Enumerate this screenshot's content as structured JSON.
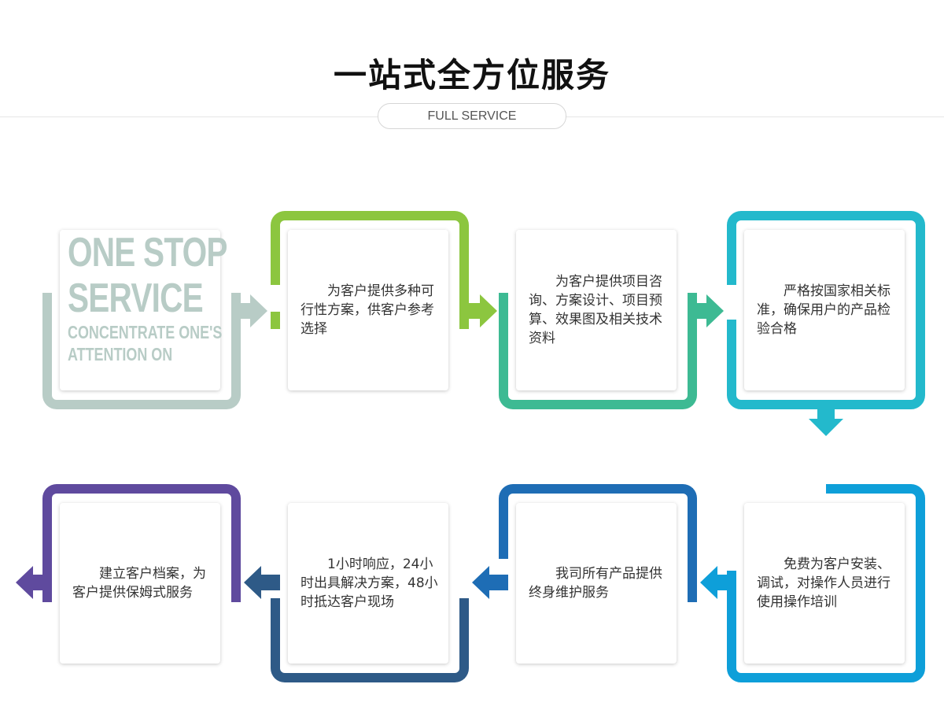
{
  "header": {
    "title": "一站式全方位服务",
    "subtitle": "FULL SERVICE"
  },
  "intro": {
    "line1": "ONE STOP",
    "line2": "SERVICE",
    "line3": "CONCENTRATE ONE'S",
    "line4": "ATTENTION ON"
  },
  "steps": [
    {
      "text": "为客户提供多种可行性方案，供客户参考选择",
      "color": "#8cc63f"
    },
    {
      "text": "为客户提供项目咨询、方案设计、项目预算、效果图及相关技术资料",
      "color": "#3dba93"
    },
    {
      "text": "严格按国家相关标准，确保用户的产品检验合格",
      "color": "#23b9cc"
    },
    {
      "text": "免费为客户安装、调试，对操作人员进行使用操作培训",
      "color": "#0e9fd9"
    },
    {
      "text": "我司所有产品提供终身维护服务",
      "color": "#1e6db5"
    },
    {
      "text": "1小时响应，24小时出具解决方案，48小时抵达客户现场",
      "color": "#2e5a87"
    },
    {
      "text": "建立客户档案，为客户提供保姆式服务",
      "color": "#5f4a9e"
    }
  ],
  "colors": {
    "intro_gray": "#b8ccc6",
    "title": "#111111"
  }
}
